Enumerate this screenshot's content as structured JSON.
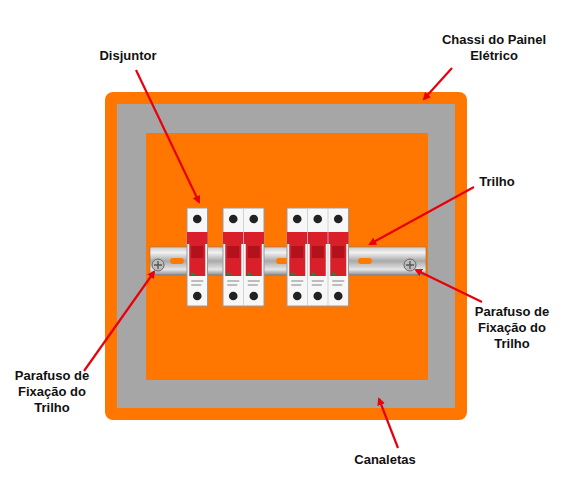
{
  "diagram": {
    "labels": [
      "Disjuntor",
      "Chassi do Painel Elétrico",
      "Trilho",
      "Parafuso de Fixação do Trilho",
      "Parafuso de Fixação do Trilho",
      "Canaletas"
    ]
  }
}
